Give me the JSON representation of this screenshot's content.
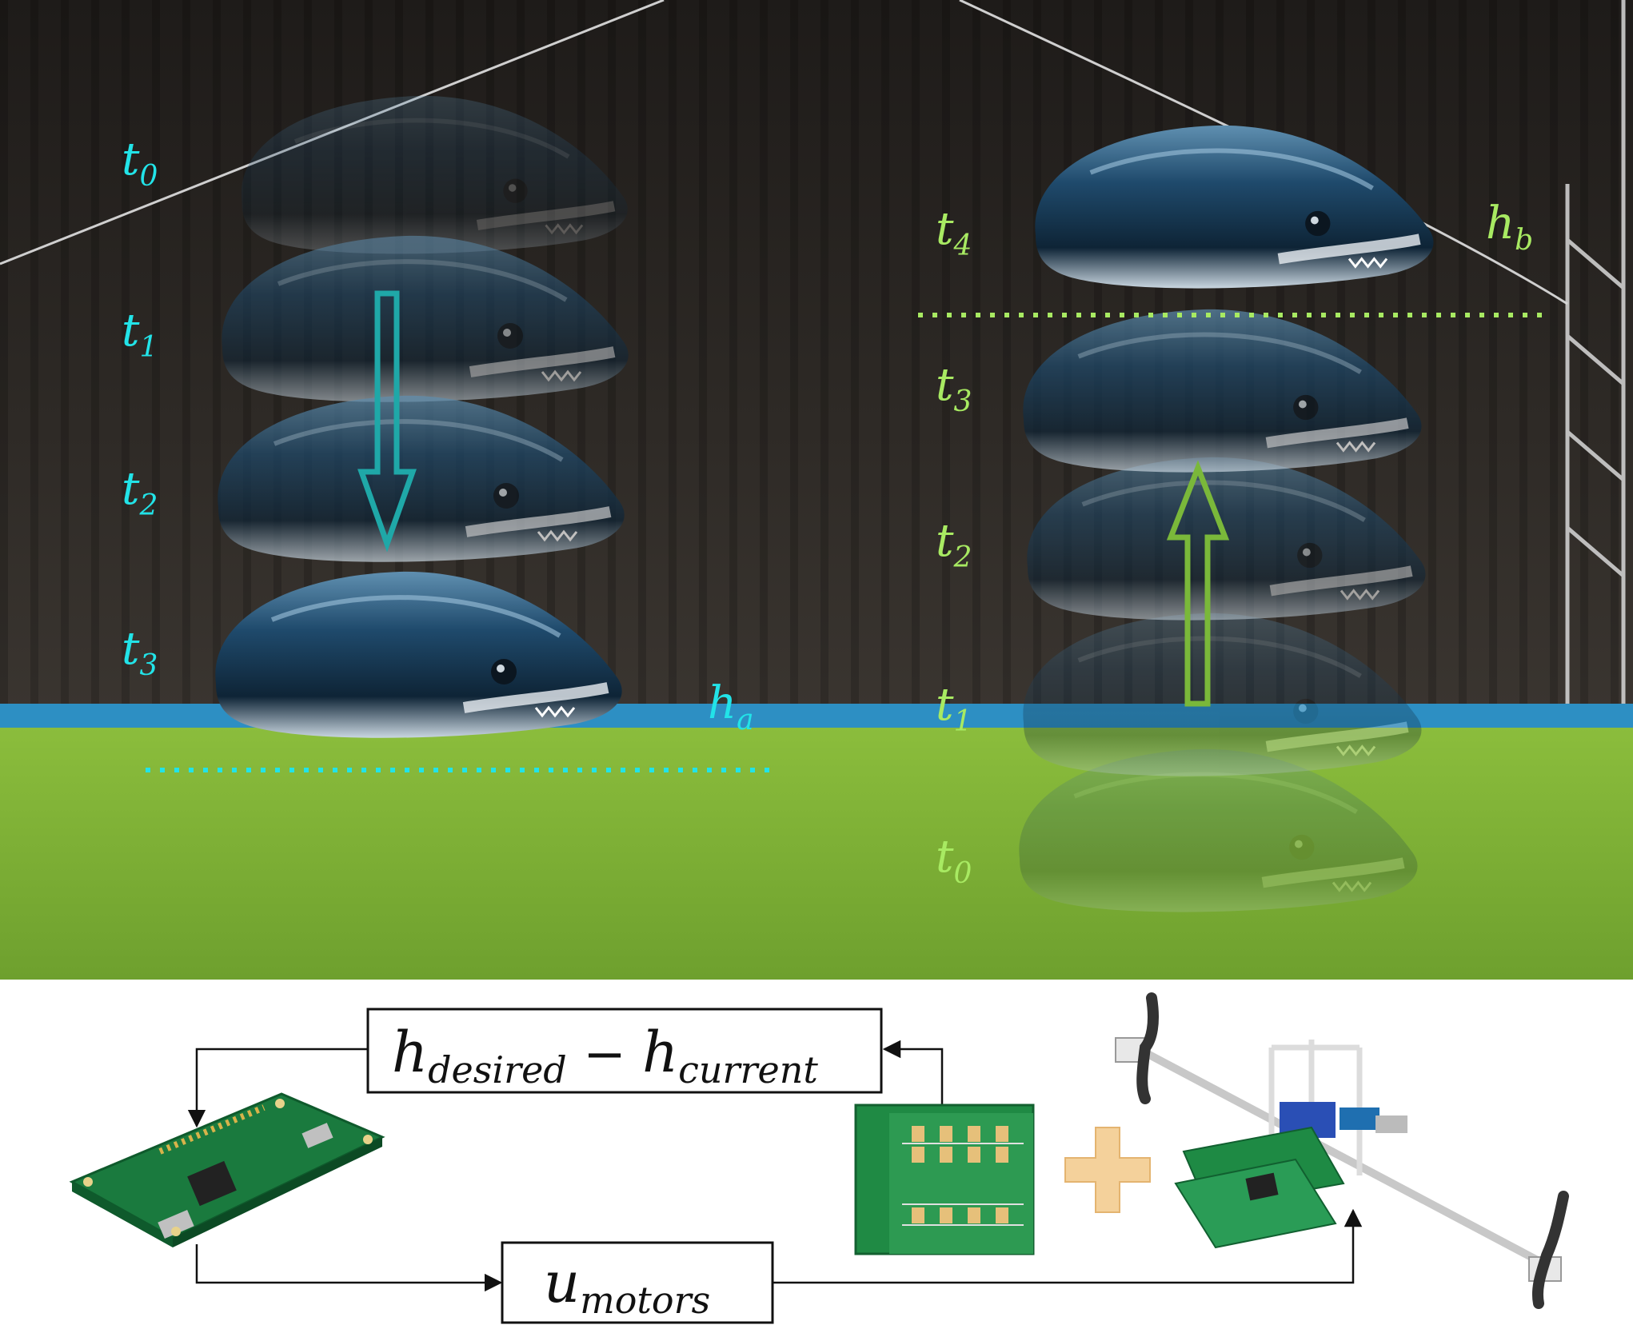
{
  "photo": {
    "left_labels": [
      "t",
      "t",
      "t",
      "t"
    ],
    "left_subs": [
      "0",
      "1",
      "2",
      "3"
    ],
    "left_ref": {
      "main": "h",
      "sub": "a"
    },
    "right_labels": [
      "t",
      "t",
      "t",
      "t",
      "t"
    ],
    "right_subs": [
      "4",
      "3",
      "2",
      "1",
      "0"
    ],
    "right_ref": {
      "main": "h",
      "sub": "b"
    }
  },
  "colors": {
    "cyan": "#22e3e8",
    "green": "#a8ea62",
    "arrow_down": "#1fa8a8",
    "arrow_up": "#7ab83a",
    "floor": "#7fb037",
    "curtain": "#2a2622",
    "band": "#2d8fc3",
    "plus": "#f3c98a"
  },
  "diagram": {
    "feedback_box": {
      "h1": "h",
      "s1": "desired",
      "op": " − ",
      "h2": "h",
      "s2": "current"
    },
    "control_box": {
      "u": "u",
      "s": "motors"
    },
    "plus_icon": "plus-icon"
  }
}
